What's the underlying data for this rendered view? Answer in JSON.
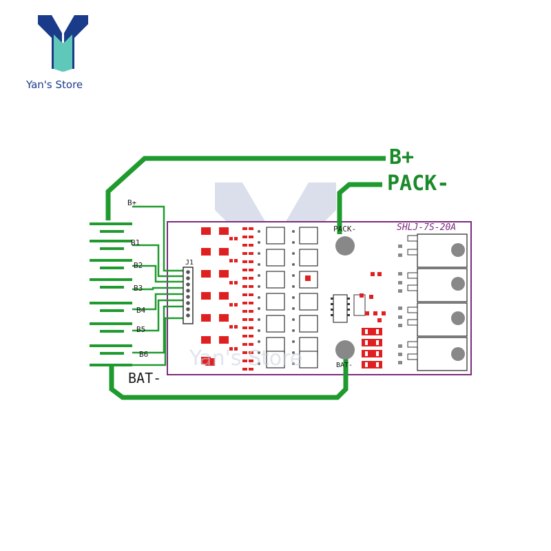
{
  "brand": {
    "name": "Yan's Store"
  },
  "labels": {
    "b_plus": "B+",
    "pack_minus": "PACK-",
    "bat_minus": "BAT-",
    "board_b_plus": "B+",
    "board_pack_minus": "PACK-",
    "board_bat_minus": "BAT-",
    "board_model": "SHLJ-7S-20A",
    "connector": "J1"
  },
  "cell_taps": [
    "B1",
    "B2",
    "B3",
    "B4",
    "B5",
    "B6"
  ],
  "watermark": {
    "text": "Yan's Store"
  },
  "colors": {
    "wire": "#1f9a2e",
    "board_outline": "#7a2a7a",
    "smd": "#e02020",
    "logo_teal": "#5fc8b8",
    "logo_navy": "#1a3a8a"
  }
}
